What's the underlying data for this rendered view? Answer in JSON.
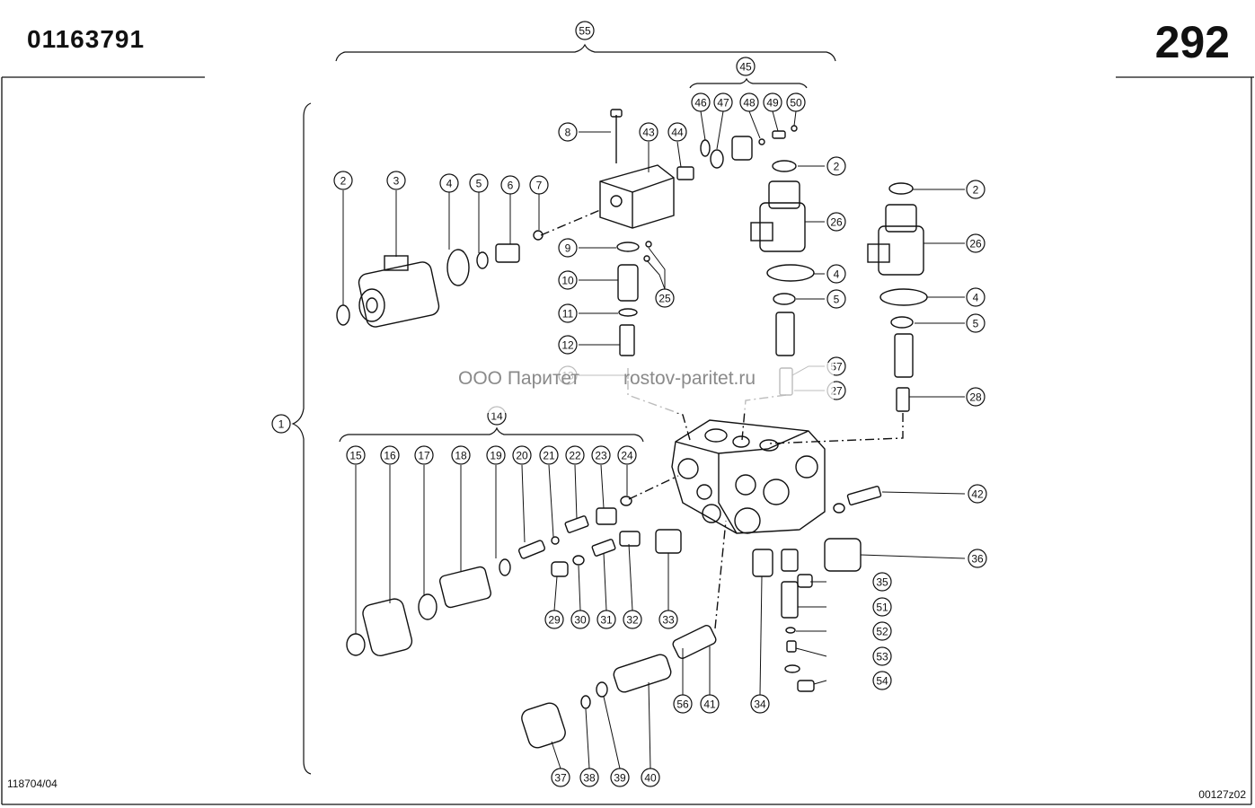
{
  "header": {
    "part_number": "01163791",
    "page_number": "292"
  },
  "footer": {
    "doc_code": "118704/04",
    "drawing_code": "00127z02"
  },
  "watermark": {
    "left": "ООО Паритет",
    "right": "rostov-paritet.ru"
  },
  "callouts": [
    "1",
    "2",
    "3",
    "4",
    "5",
    "6",
    "7",
    "8",
    "9",
    "10",
    "11",
    "12",
    "13",
    "14",
    "15",
    "16",
    "17",
    "18",
    "19",
    "20",
    "21",
    "22",
    "23",
    "24",
    "25",
    "26",
    "27",
    "28",
    "29",
    "30",
    "31",
    "32",
    "33",
    "34",
    "35",
    "36",
    "37",
    "38",
    "39",
    "40",
    "41",
    "42",
    "43",
    "44",
    "45",
    "46",
    "47",
    "48",
    "49",
    "50",
    "51",
    "52",
    "53",
    "54",
    "55",
    "56",
    "57"
  ],
  "colors": {
    "line": "#111111",
    "paper": "#ffffff",
    "watermark": "#8a8a8a"
  }
}
